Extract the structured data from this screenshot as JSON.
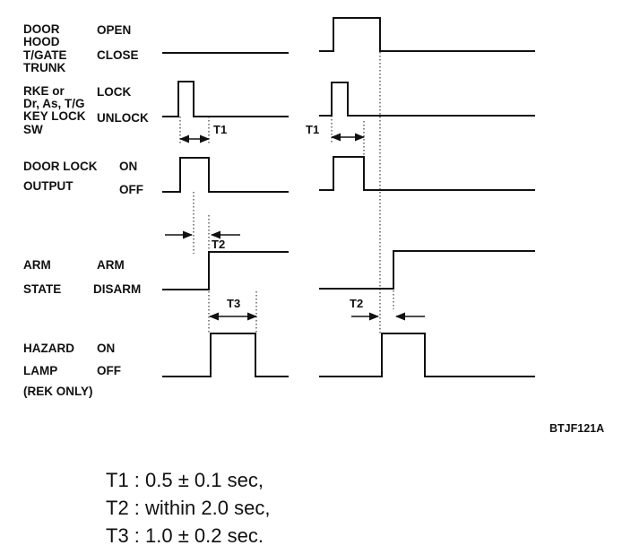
{
  "signals": [
    {
      "id": "door",
      "label_lines": [
        "DOOR",
        "HOOD",
        "T/GATE",
        "TRUNK"
      ],
      "high_state": "OPEN",
      "low_state": "CLOSE"
    },
    {
      "id": "rke",
      "label_lines": [
        "RKE or",
        "Dr, As, T/G",
        "KEY LOCK",
        "SW"
      ],
      "high_state": "LOCK",
      "low_state": "UNLOCK"
    },
    {
      "id": "doorlock",
      "label_lines": [
        "DOOR LOCK",
        "OUTPUT"
      ],
      "high_state": "ON",
      "low_state": "OFF"
    },
    {
      "id": "arm",
      "label_lines": [
        "ARM",
        "STATE"
      ],
      "high_state": "ARM",
      "low_state": "DISARM"
    },
    {
      "id": "hazard",
      "label_lines": [
        "HAZARD",
        "LAMP",
        "(REK ONLY)"
      ],
      "high_state": "ON",
      "low_state": "OFF"
    }
  ],
  "timing_labels": {
    "t1": "T1",
    "t2": "T2",
    "t3": "T3"
  },
  "figure_code": "BTJF121A",
  "notes": [
    {
      "name": "T1",
      "sep": " : ",
      "value": "0.5 ± 0.1 sec,"
    },
    {
      "name": "T2",
      "sep": " : ",
      "value": "within 2.0 sec,"
    },
    {
      "name": "T3",
      "sep": " : ",
      "value": "1.0 ± 0.2 sec."
    }
  ]
}
